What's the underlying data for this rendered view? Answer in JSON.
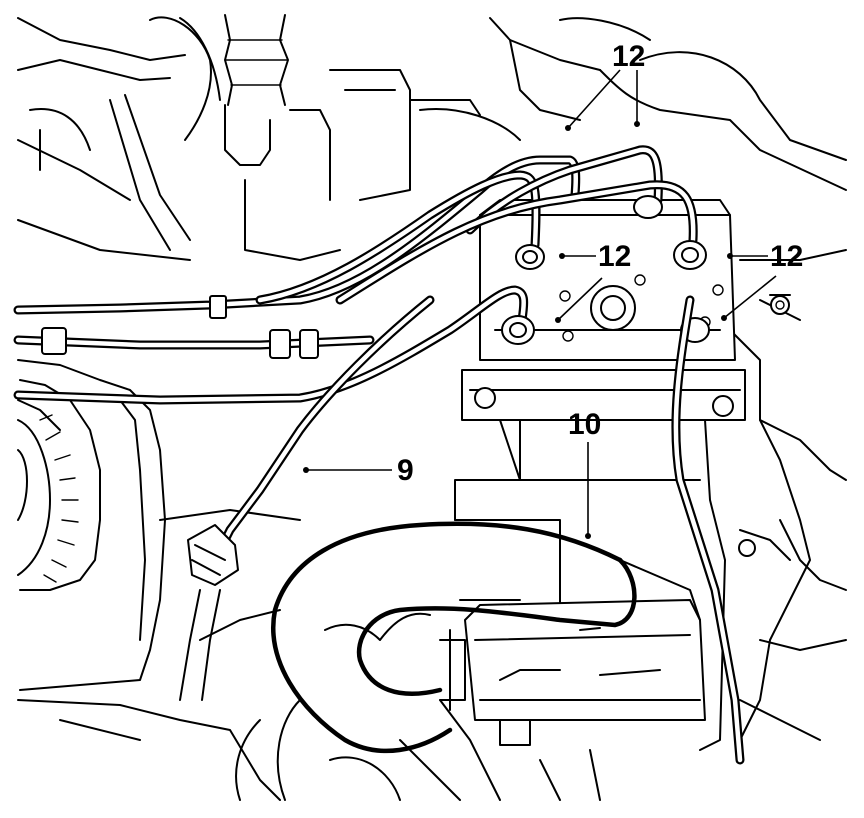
{
  "callouts": {
    "pipes_top": "12",
    "union_left": "12",
    "union_right": "12",
    "hose_9": "9",
    "unit_10": "10"
  }
}
